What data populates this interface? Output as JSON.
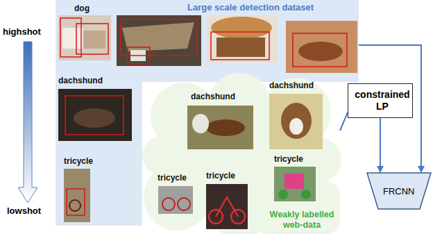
{
  "diagram": {
    "nodes": [
      {
        "text": [
          "Large scale detection dataset",
          "dog",
          "dachshund",
          "tricycle"
        ]
      },
      {
        "text": [
          "dachshund",
          "dachshund",
          "tricycle",
          "tricycle",
          "tricycle",
          "Weakly labelled web-data"
        ]
      },
      {
        "text": [
          "constrained LP"
        ]
      },
      {
        "text": [
          "FRCNN"
        ]
      }
    ],
    "edges": [
      {
        "from": 0,
        "to": 3,
        "arrow": "to"
      },
      {
        "from": 1,
        "to": 2,
        "arrow": "none"
      },
      {
        "from": 2,
        "to": 3,
        "arrow": "to"
      }
    ],
    "labels": [
      "highshot",
      "lowshot"
    ]
  }
}
